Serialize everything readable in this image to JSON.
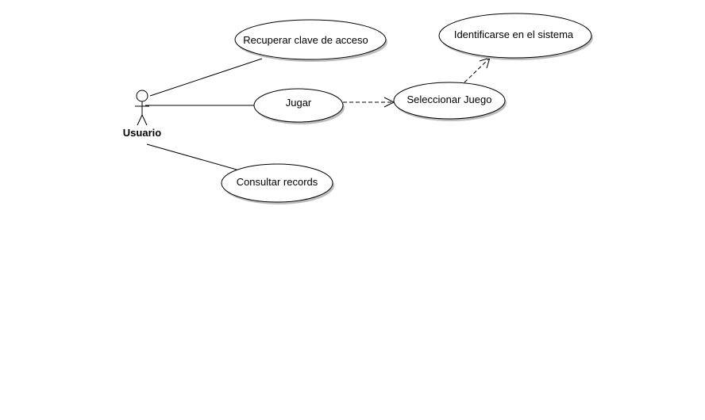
{
  "actor": {
    "name": "Usuario"
  },
  "use_cases": {
    "recuperar": "Recuperar clave de acceso",
    "jugar": "Jugar",
    "consultar": "Consultar records",
    "seleccionar": "Seleccionar Juego",
    "identificarse": "Identificarse en el sistema"
  }
}
